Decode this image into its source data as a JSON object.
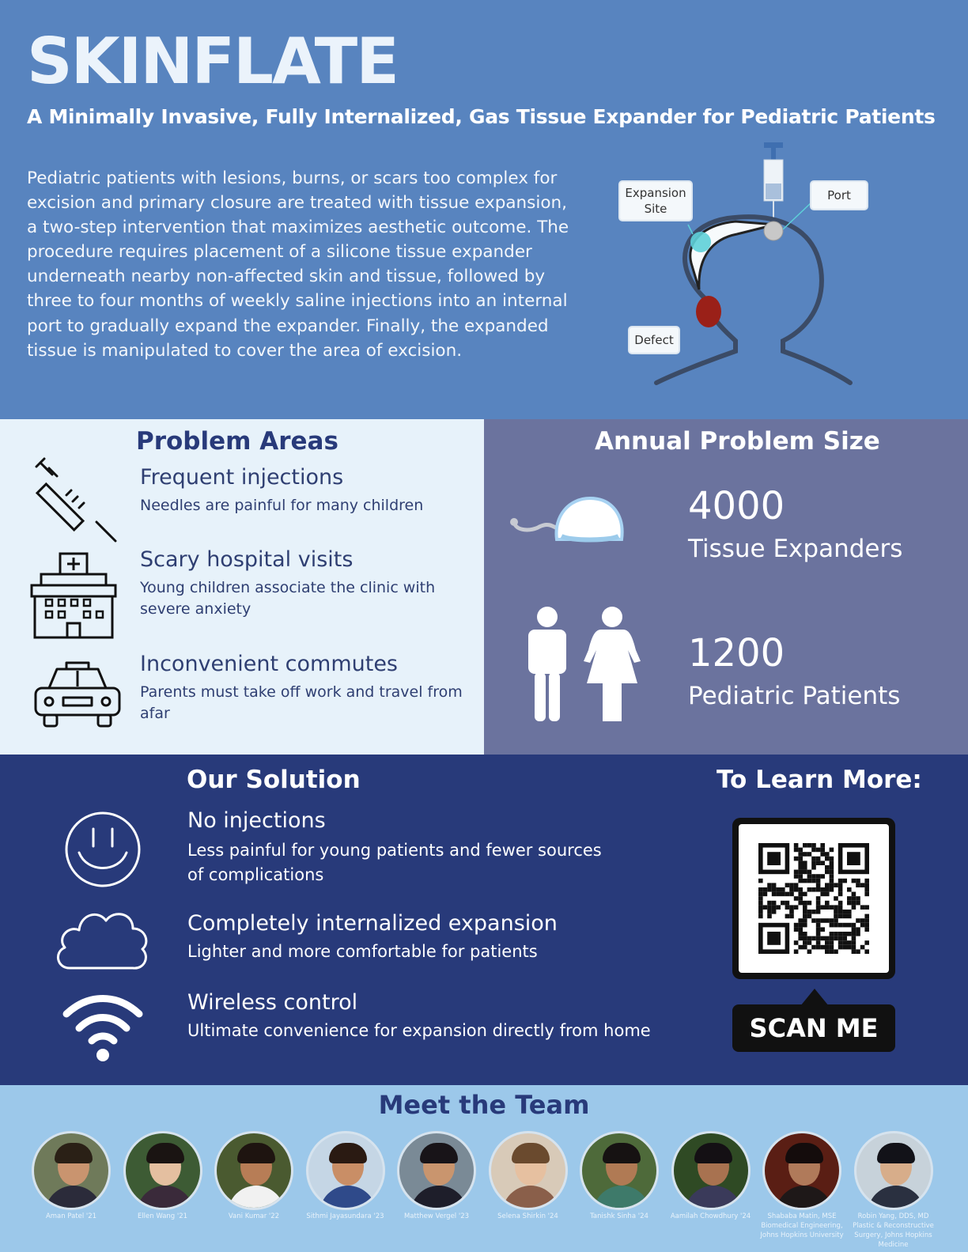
{
  "header": {
    "title": "SKINFLATE",
    "subtitle": "A Minimally Invasive, Fully Internalized, Gas Tissue Expander for Pediatric Patients",
    "intro": "Pediatric patients with lesions, burns, or scars too complex for excision and primary closure are treated with tissue expansion, a two-step intervention that maximizes aesthetic outcome. The procedure requires placement of a silicone tissue expander underneath nearby non-affected skin and tissue, followed by three to four months of weekly saline injections into an internal port to gradually expand the expander. Finally, the expanded tissue is manipulated to cover the area of excision.",
    "diagram": {
      "expansion_site_line1": "Expansion",
      "expansion_site_line2": "Site",
      "port": "Port",
      "defect": "Defect"
    }
  },
  "problems": {
    "heading": "Problem Areas",
    "items": [
      {
        "icon": "syringe-icon",
        "title": "Frequent injections",
        "desc": "Needles are painful for many children"
      },
      {
        "icon": "hospital-icon",
        "title": "Scary hospital visits",
        "desc": "Young children associate the clinic with severe anxiety"
      },
      {
        "icon": "car-icon",
        "title": "Inconvenient commutes",
        "desc": "Parents must take off work and travel from afar"
      }
    ]
  },
  "annual": {
    "heading": "Annual Problem Size",
    "stats": [
      {
        "icon": "tissue-expander-icon",
        "number": "4000",
        "label": "Tissue Expanders"
      },
      {
        "icon": "people-icon",
        "number": "1200",
        "label": "Pediatric Patients"
      }
    ]
  },
  "solution": {
    "heading": "Our Solution",
    "items": [
      {
        "icon": "smiley-icon",
        "title": "No injections",
        "desc": "Less painful for young patients and fewer sources of complications"
      },
      {
        "icon": "cloud-icon",
        "title": "Completely internalized expansion",
        "desc": "Lighter and more comfortable for patients"
      },
      {
        "icon": "wifi-icon",
        "title": "Wireless control",
        "desc": "Ultimate convenience for expansion directly from home"
      }
    ],
    "learn_more": "To Learn More:",
    "scan_me": "SCAN ME"
  },
  "team": {
    "heading": "Meet the Team",
    "members": [
      {
        "name": "Aman Patel '21"
      },
      {
        "name": "Ellen Wang '21"
      },
      {
        "name": "Vani Kumar '22"
      },
      {
        "name": "Sithmi Jayasundara '23"
      },
      {
        "name": "Matthew Vergel '23"
      },
      {
        "name": "Selena Shirkin '24"
      },
      {
        "name": "Tanishk Sinha '24"
      },
      {
        "name": "Aamilah Chowdhury '24"
      },
      {
        "name": "Shababa Matin, MSE Biomedical Engineering, Johns Hopkins University"
      },
      {
        "name": "Robin Yang, DDS, MD Plastic & Reconstructive Surgery, Johns Hopkins Medicine"
      }
    ]
  },
  "colors": {
    "header_bg": "#5884bf",
    "problems_bg": "#e7f2fa",
    "annual_bg": "#6b739e",
    "solution_bg": "#283a7a",
    "team_bg": "#9cc8ea",
    "accent_dark": "#283a7a"
  }
}
